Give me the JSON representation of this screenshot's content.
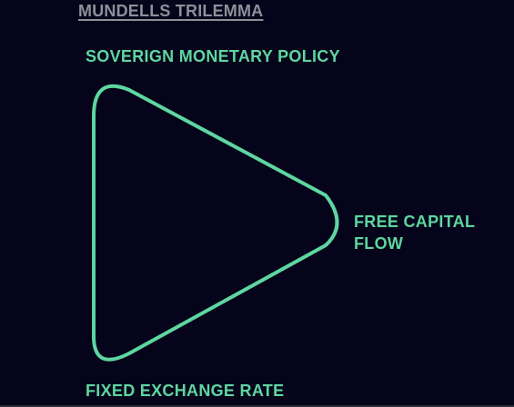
{
  "title": "MUNDELLS TRILEMMA",
  "vertices": {
    "top": "SOVERIGN MONETARY POLICY",
    "right": "FREE CAPITAL FLOW",
    "bottom": "FIXED EXCHANGE RATE"
  },
  "colors": {
    "background": "#05041a",
    "accent": "#5ed6a0",
    "title": "#8f8f9a"
  }
}
